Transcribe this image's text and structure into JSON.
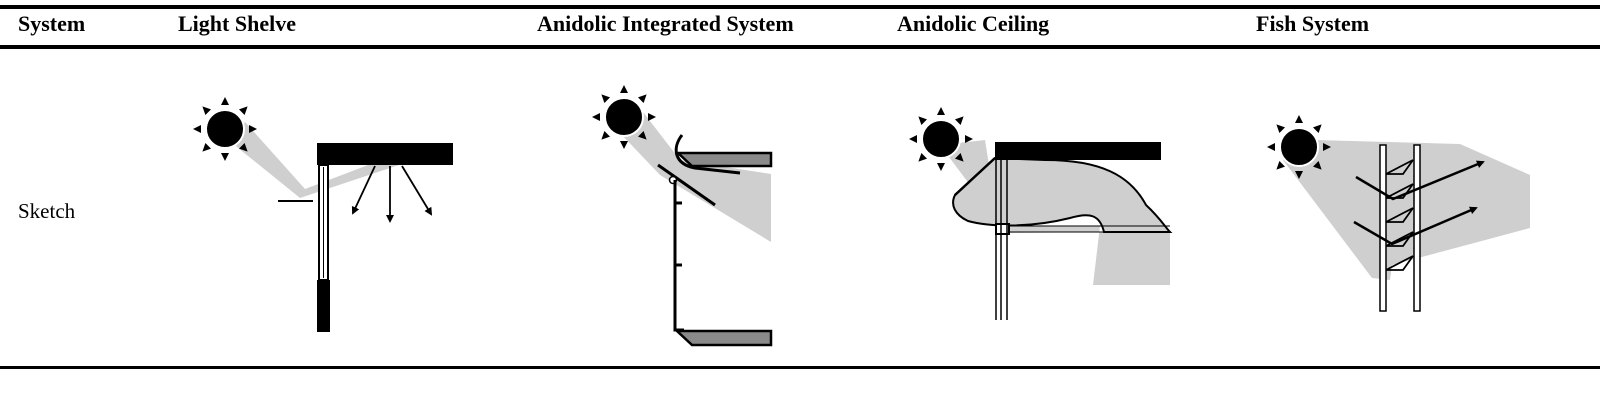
{
  "table": {
    "headers": [
      "System",
      "Light Shelve",
      "Anidolic Integrated System",
      "Anidolic Ceiling",
      "Fish System"
    ],
    "row_label": "Sketch"
  },
  "sketches": [
    {
      "name": "Light Shelve",
      "icon": "sun-icon"
    },
    {
      "name": "Anidolic Integrated System",
      "icon": "sun-icon"
    },
    {
      "name": "Anidolic Ceiling",
      "icon": "sun-icon"
    },
    {
      "name": "Fish System",
      "icon": "sun-icon"
    }
  ],
  "colors": {
    "light_beam": "#cfcfcf",
    "reflector": "#8a8a8a",
    "ink": "#000000"
  }
}
